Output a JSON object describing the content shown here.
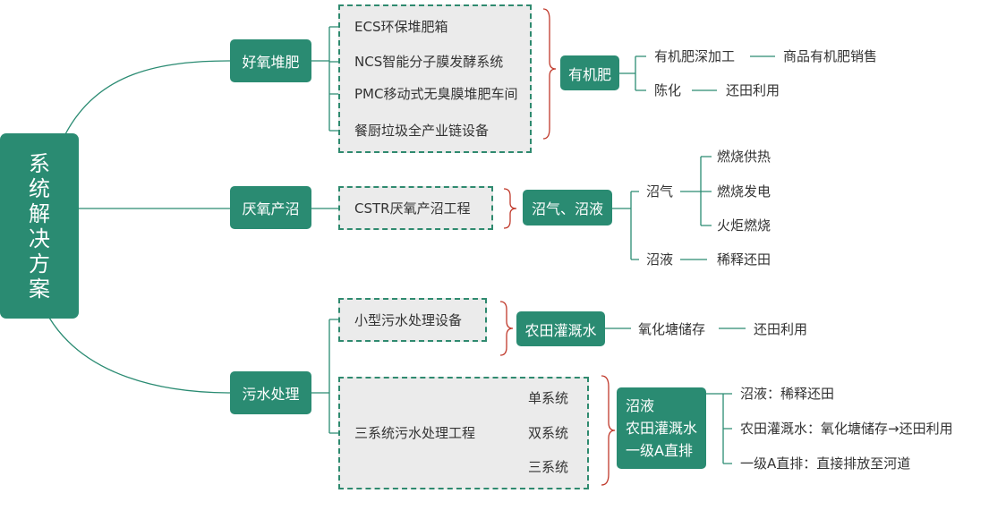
{
  "root": {
    "chars": [
      "系",
      "统",
      "解",
      "决",
      "方",
      "案"
    ]
  },
  "branch_aerobic": {
    "label": "好氧堆肥",
    "items": [
      "ECS环保堆肥箱",
      "NCS智能分子膜发酵系统",
      "PMC移动式无臭膜堆肥车间",
      "餐厨垃圾全产业链设备"
    ],
    "product": "有机肥",
    "outputs": [
      {
        "label": "有机肥深加工",
        "result": "商品有机肥销售"
      },
      {
        "label": "陈化",
        "result": "还田利用"
      }
    ]
  },
  "branch_anaerobic": {
    "label": "厌氧产沼",
    "items": [
      "CSTR厌氧产沼工程"
    ],
    "product": "沼气、沼液",
    "biogas": {
      "label": "沼气",
      "uses": [
        "燃烧供热",
        "燃烧发电",
        "火炬燃烧"
      ]
    },
    "slurry": {
      "label": "沼液",
      "result": "稀释还田"
    }
  },
  "branch_sewage": {
    "label": "污水处理",
    "small": {
      "item": "小型污水处理设备",
      "product": "农田灌溉水",
      "step": "氧化塘储存",
      "result": "还田利用"
    },
    "three": {
      "item": "三系统污水处理工程",
      "systems": [
        "单系统",
        "双系统",
        "三系统"
      ],
      "products": [
        "沼液",
        "农田灌溉水",
        "一级A直排"
      ],
      "results": [
        "沼液：稀释还田",
        "农田灌溉水：氧化塘储存→还田利用",
        "一级A直排：直接排放至河道"
      ]
    }
  },
  "colors": {
    "node": "#2a8b72",
    "line": "#2a8b72",
    "brace": "#c0392b",
    "group_bg": "#ebebeb",
    "text": "#333333"
  }
}
